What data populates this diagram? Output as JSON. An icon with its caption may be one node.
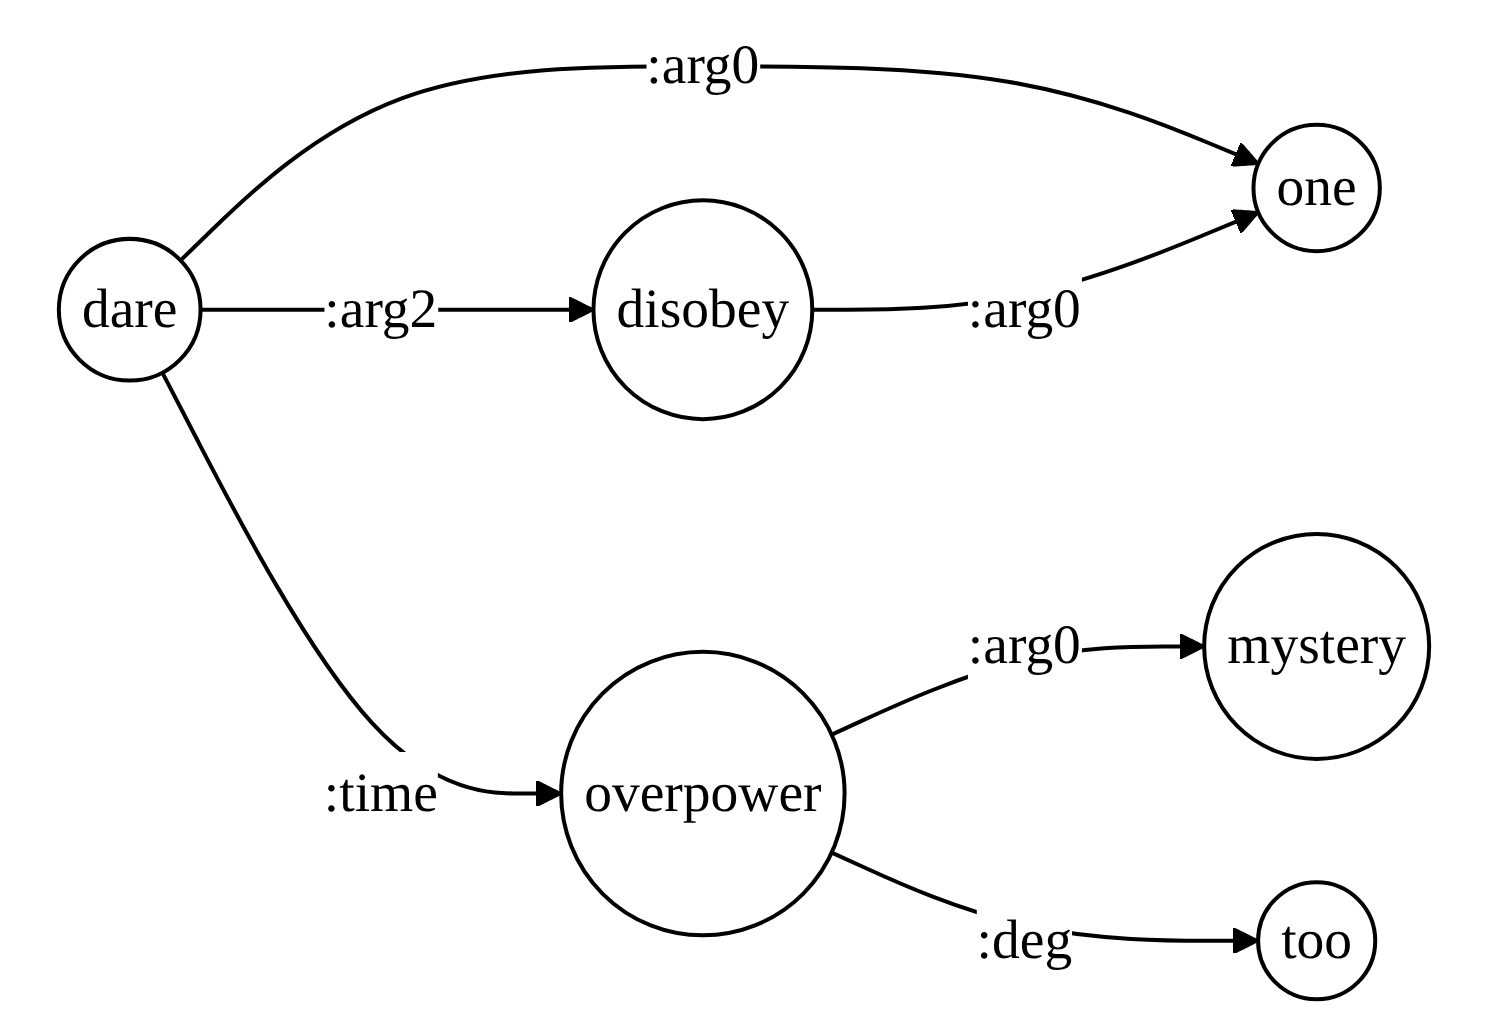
{
  "diagram": {
    "nodes": [
      {
        "text": [
          "dare"
        ]
      },
      {
        "text": [
          "one"
        ]
      },
      {
        "text": [
          "disobey"
        ]
      },
      {
        "text": [
          "overpower"
        ]
      },
      {
        "text": [
          "mystery"
        ]
      },
      {
        "text": [
          "too"
        ]
      }
    ],
    "edges": [
      {
        "from": 0,
        "to": 1,
        "arrow": "to",
        "label": ":arg0"
      },
      {
        "from": 0,
        "to": 2,
        "arrow": "to",
        "label": ":arg2"
      },
      {
        "from": 2,
        "to": 1,
        "arrow": "to",
        "label": ":arg0"
      },
      {
        "from": 0,
        "to": 3,
        "arrow": "to",
        "label": ":time"
      },
      {
        "from": 3,
        "to": 4,
        "arrow": "to",
        "label": ":arg0"
      },
      {
        "from": 3,
        "to": 5,
        "arrow": "to",
        "label": ":deg"
      }
    ]
  }
}
